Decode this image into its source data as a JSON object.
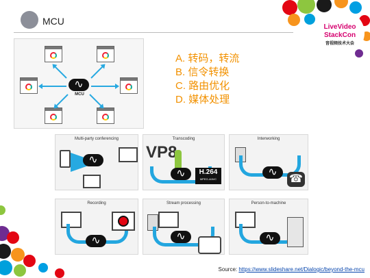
{
  "slide": {
    "title": "MCU"
  },
  "logo": {
    "line1": "LiveVideo",
    "line2": "StackCon",
    "line3": "音视频技术大会"
  },
  "diagram": {
    "center_label": "MCU"
  },
  "list": {
    "items": [
      "A.  转码，转流",
      "B.  信令转换",
      "C.  路由优化",
      "D.  媒体处理"
    ]
  },
  "panels": [
    {
      "caption": "Multi-party conferencing"
    },
    {
      "caption": "Transcoding"
    },
    {
      "caption": "Interworking"
    },
    {
      "caption": "Recording"
    },
    {
      "caption": "Stream processing"
    },
    {
      "caption": "Person-to-machine"
    }
  ],
  "transcoding": {
    "vp8": "VP8",
    "h264": "H.264",
    "h264_sub": "MPEG-4/AVC"
  },
  "source": {
    "label": "Source: ",
    "url_text": "https://www.slideshare.net/Dialogic/beyond-the-mcu"
  },
  "colors": {
    "accent_orange": "#f29100",
    "arrow_blue": "#27a9e1"
  }
}
